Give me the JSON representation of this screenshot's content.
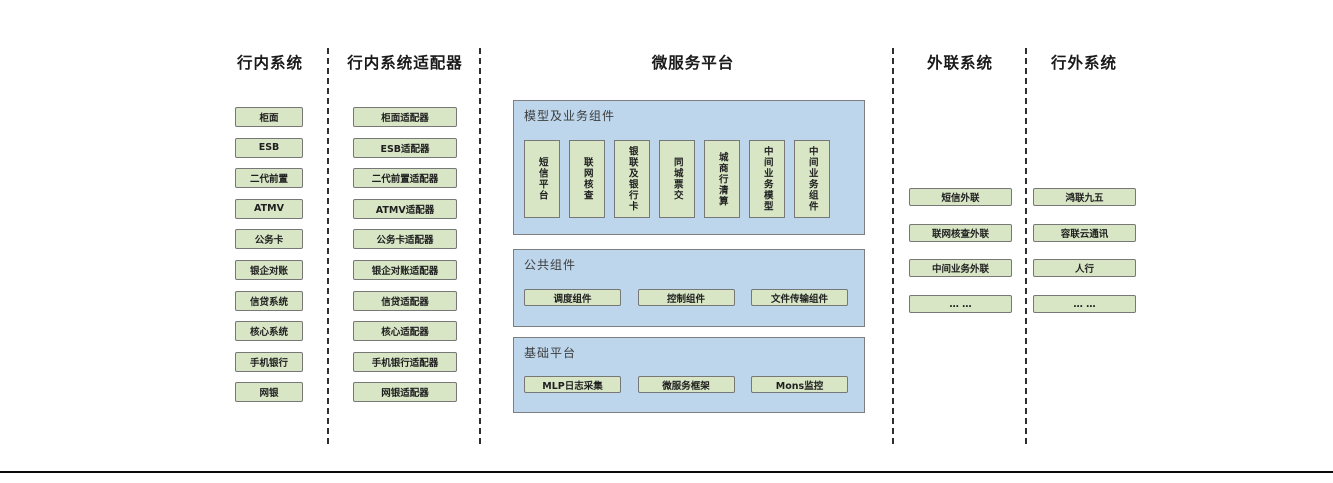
{
  "columns": {
    "internal": {
      "title": "行内系统",
      "items": [
        "柜面",
        "ESB",
        "二代前置",
        "ATMV",
        "公务卡",
        "银企对账",
        "信贷系统",
        "核心系统",
        "手机银行",
        "网银"
      ]
    },
    "adapters": {
      "title": "行内系统适配器",
      "items": [
        "柜面适配器",
        "ESB适配器",
        "二代前置适配器",
        "ATMV适配器",
        "公务卡适配器",
        "银企对账适配器",
        "信贷适配器",
        "核心适配器",
        "手机银行适配器",
        "网银适配器"
      ]
    },
    "platform": {
      "title": "微服务平台",
      "sections": [
        {
          "label": "模型及业务组件",
          "items": [
            "短信平台",
            "联网核查",
            "银联及银行卡",
            "同城票交",
            "城商行清算",
            "中间业务模型",
            "中间业务组件"
          ]
        },
        {
          "label": "公共组件",
          "items": [
            "调度组件",
            "控制组件",
            "文件传输组件"
          ]
        },
        {
          "label": "基础平台",
          "items": [
            "MLP日志采集",
            "微服务框架",
            "Mons监控"
          ]
        }
      ]
    },
    "external_link": {
      "title": "外联系统",
      "items": [
        "短信外联",
        "联网核查外联",
        "中间业务外联",
        "… …"
      ]
    },
    "outside": {
      "title": "行外系统",
      "items": [
        "鸿联九五",
        "容联云通讯",
        "人行",
        "… …"
      ]
    }
  },
  "colors": {
    "green_fill": "#d8e6c6",
    "green_border": "#777777",
    "blue_fill": "#bdd6ec",
    "blue_border": "#7f7f7f",
    "dash_color": "#2e2e2e",
    "baseline_color": "#0a0a0a"
  }
}
